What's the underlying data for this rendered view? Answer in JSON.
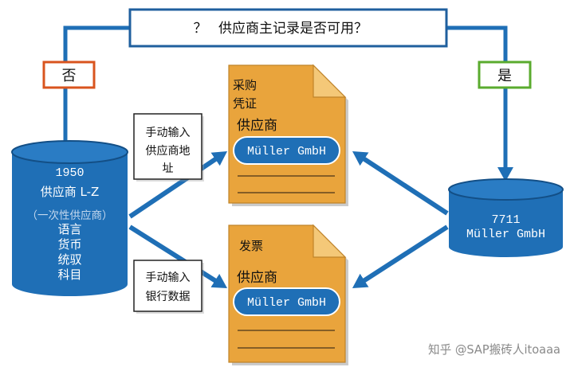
{
  "question_box": {
    "mark": "？",
    "text": "供应商主记录是否可用？"
  },
  "branches": {
    "no": "否",
    "yes": "是"
  },
  "left_database": {
    "id": "1950",
    "name": "供应商 L-Z",
    "note": "（一次性供应商）",
    "fields": [
      "语言",
      "货币",
      "统驭",
      "科目"
    ]
  },
  "right_database": {
    "id": "7711",
    "name": "Müller GmbH"
  },
  "documents": [
    {
      "title_lines": [
        "采购",
        "凭证"
      ],
      "field_label": "供应商",
      "vendor": "Müller GmbH"
    },
    {
      "title_lines": [
        "发票"
      ],
      "field_label": "供应商",
      "vendor": "Müller GmbH"
    }
  ],
  "callouts": [
    {
      "lines": [
        "手动输入",
        "供应商地",
        "址"
      ]
    },
    {
      "lines": [
        "手动输入",
        "银行数据"
      ]
    }
  ],
  "watermark": "知乎 @SAP搬砖人itoaaa",
  "colors": {
    "flow_blue": "#1f6fb6",
    "question_frame": "#1f5f9e",
    "document_fill": "#e9a43c",
    "no_label": "#d9541e",
    "yes_label": "#5aab2e"
  }
}
